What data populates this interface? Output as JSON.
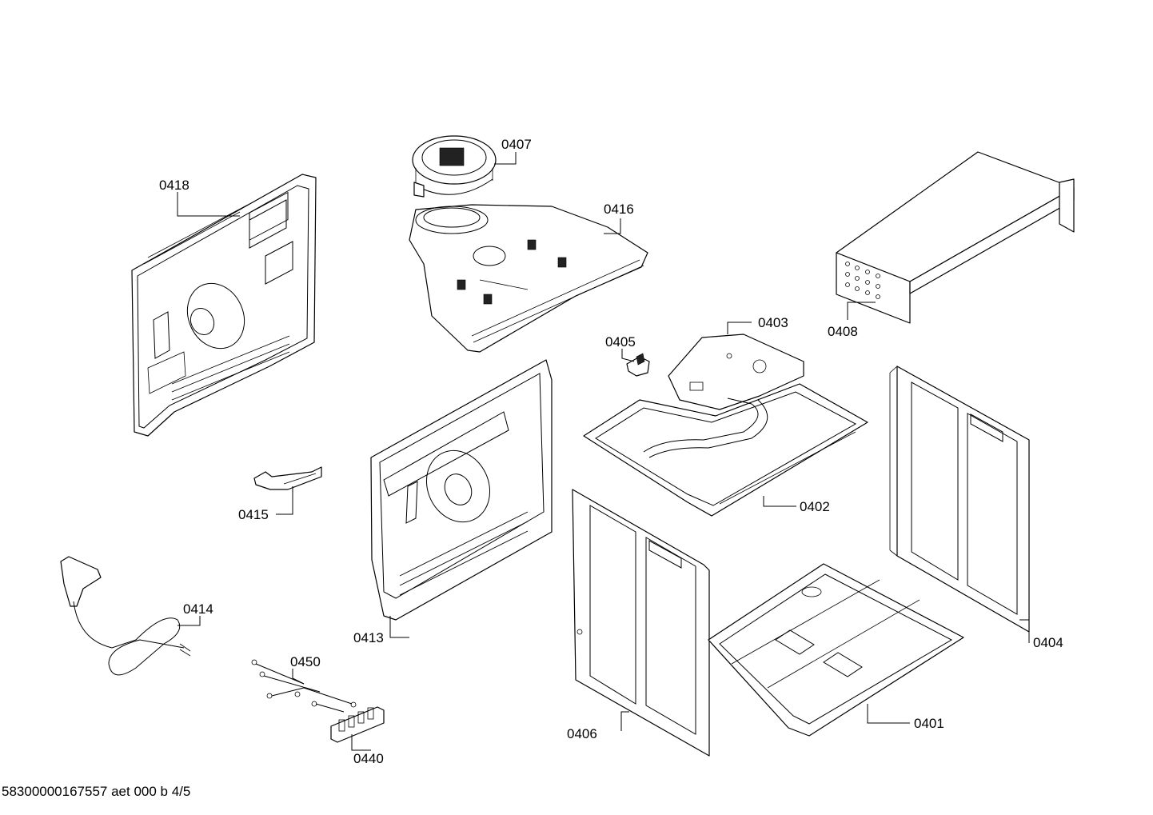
{
  "parts": [
    {
      "id": "p0418",
      "label": "0418"
    },
    {
      "id": "p0407",
      "label": "0407"
    },
    {
      "id": "p0416",
      "label": "0416"
    },
    {
      "id": "p0408",
      "label": "0408"
    },
    {
      "id": "p0405",
      "label": "0405"
    },
    {
      "id": "p0403",
      "label": "0403"
    },
    {
      "id": "p0402",
      "label": "0402"
    },
    {
      "id": "p0415",
      "label": "0415"
    },
    {
      "id": "p0413",
      "label": "0413"
    },
    {
      "id": "p0404",
      "label": "0404"
    },
    {
      "id": "p0414",
      "label": "0414"
    },
    {
      "id": "p0450",
      "label": "0450"
    },
    {
      "id": "p0440",
      "label": "0440"
    },
    {
      "id": "p0406",
      "label": "0406"
    },
    {
      "id": "p0401",
      "label": "0401"
    }
  ],
  "footer": "58300000167557 aet 000 b 4/5"
}
